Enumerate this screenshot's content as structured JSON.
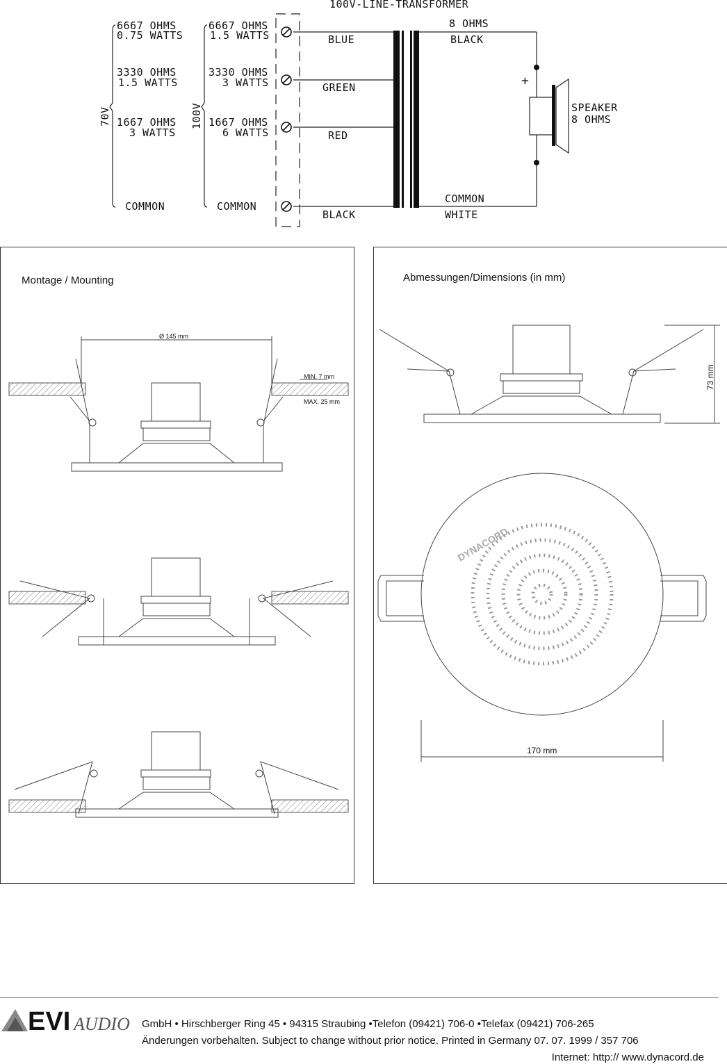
{
  "wiring": {
    "title": "100V-LINE-TRANSFORMER",
    "secondary_title": "8 OHMS",
    "tap_70v": {
      "label": "70V",
      "t1a": "6667 OHMS",
      "t1b": "0.75 WATTS",
      "t2a": "3330 OHMS",
      "t2b": "1.5 WATTS",
      "t3a": "1667 OHMS",
      "t3b": "3 WATTS",
      "common": "COMMON"
    },
    "tap_100v": {
      "label": "100V",
      "t1a": "6667 OHMS",
      "t1b": "1.5 WATTS",
      "t2a": "3330 OHMS",
      "t2b": "3 WATTS",
      "t3a": "1667 OHMS",
      "t3b": "6 WATTS",
      "common": "COMMON"
    },
    "wires": {
      "blue": "BLUE",
      "green": "GREEN",
      "red": "RED",
      "black": "BLACK"
    },
    "secondary": {
      "black": "BLACK",
      "common": "COMMON",
      "white": "WHITE"
    },
    "speaker": {
      "plus": "+",
      "label1": "SPEAKER",
      "label2": "8 OHMS"
    }
  },
  "mounting": {
    "title": "Montage / Mounting",
    "diameter": "Ø 145 mm",
    "min": "MIN. 7 mm",
    "max": "MAX. 25 mm"
  },
  "dimensions": {
    "title": "Abmessungen/Dimensions  (in mm)",
    "height": "73 mm",
    "width": "170 mm",
    "brand": "DYNACORD"
  },
  "footer": {
    "logo_main": "EVI",
    "logo_sub": "AUDIO",
    "line1": "GmbH • Hirschberger Ring 45 • 94315 Straubing •Telefon (09421) 706-0 •Telefax (09421) 706-265",
    "line2": "Änderungen vorbehalten. Subject to change without prior notice.  Printed in Germany    07. 07. 1999 / 357 706",
    "line3": "Internet: http:// www.dynacord.de"
  },
  "colors": {
    "line": "#222222",
    "hatch": "#777777",
    "panel_border": "#333333"
  }
}
